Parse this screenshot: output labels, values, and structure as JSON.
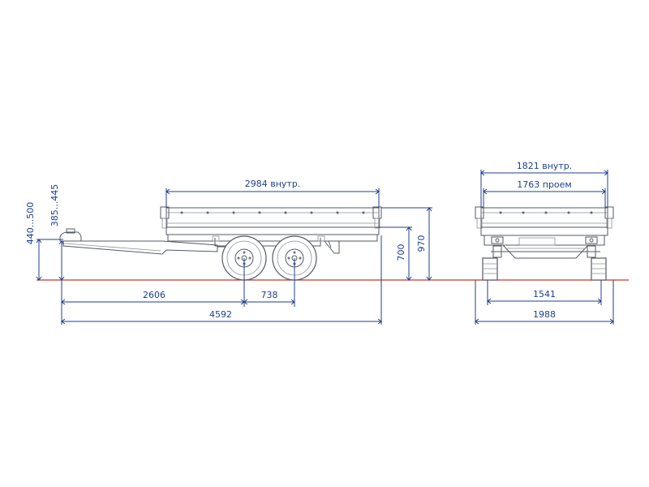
{
  "dimensions": {
    "drawbar_height": "440...500",
    "coupling_height": "385...445",
    "inner_length": "2984 внутр.",
    "axle_from_front": "2606",
    "axle_spacing": "738",
    "total_length": "4592",
    "deck_height": "700",
    "side_top_height": "970",
    "inner_width": "1821 внутр.",
    "opening_width": "1763 проем",
    "track_width": "1541",
    "total_width": "1988"
  },
  "colors": {
    "dimension": "#1f3f8f",
    "ground_line": "#c0392b",
    "drawing_line": "#555a66"
  }
}
